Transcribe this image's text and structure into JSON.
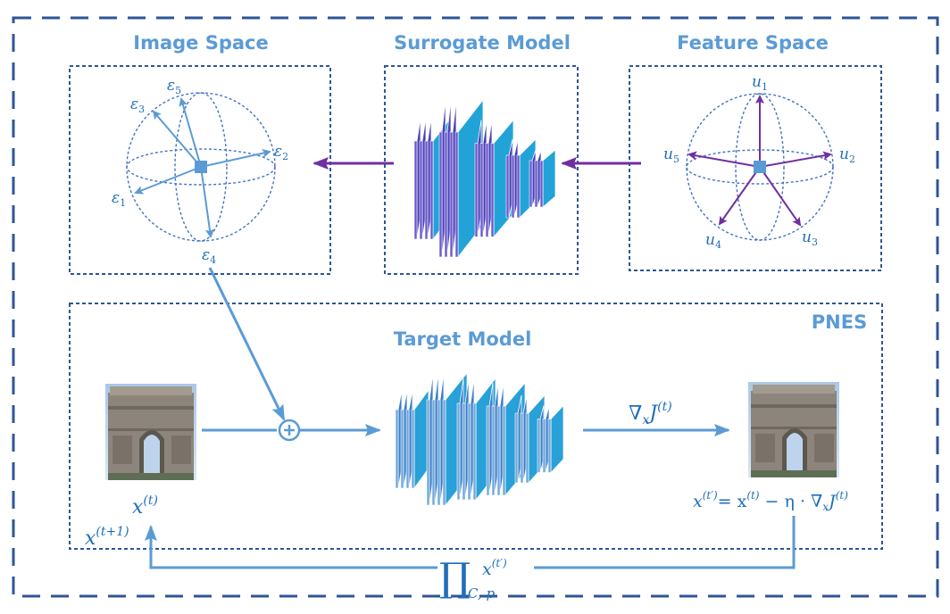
{
  "diagram": {
    "sections": {
      "image_space": {
        "title": "Image Space"
      },
      "surrogate_model": {
        "title": "Surrogate Model"
      },
      "feature_space": {
        "title": "Feature Space"
      },
      "target_model": {
        "title": "Target Model"
      },
      "pnes": {
        "title": "PNES"
      }
    },
    "image_space_vectors": [
      "ε1",
      "ε2",
      "ε3",
      "ε4",
      "ε5"
    ],
    "feature_space_vectors": [
      "u1",
      "u2",
      "u3",
      "u4",
      "u5"
    ],
    "labels": {
      "x_t": "x",
      "x_t_sup": "(t)",
      "x_t1": "x",
      "x_t1_sup": "(t+1)",
      "grad": "∇",
      "grad_sub": "x",
      "grad_J": "J",
      "grad_sup": "(t)",
      "update_lhs": "x",
      "update_lhs_sup": "(t′)",
      "update_eq": "= x",
      "update_eq_sup": "(t)",
      "update_rest": " − η · ∇",
      "update_rest_sub": "x",
      "update_J": "J",
      "update_J_sup": "(t)",
      "projection": "∏",
      "projection_sub": "C, p",
      "projection_arg": "x",
      "projection_arg_sup": "(t′)",
      "plus": "+"
    },
    "images": {
      "input": "arc-de-triomphe-photo",
      "output": "arc-de-triomphe-adversarial-photo"
    },
    "colors": {
      "title": "#5b9bd5",
      "flow_arrow": "#5b9bd5",
      "surrogate_arrow": "#7030a0",
      "border_dark": "#2f5597",
      "math": "#1f6fb8"
    }
  }
}
